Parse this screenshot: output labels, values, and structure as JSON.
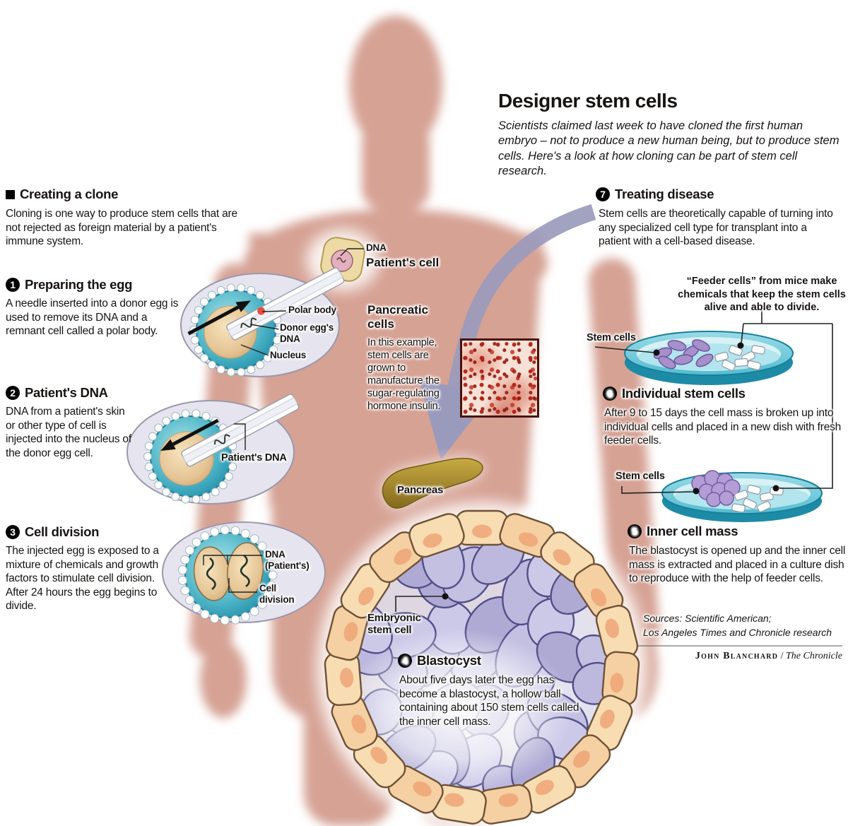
{
  "header": {
    "title": "Designer stem cells",
    "intro": "Scientists claimed last week to have cloned the first human embryo – not to produce a new human being, but to produce stem cells. Here's a look at how cloning can be part of stem cell research."
  },
  "creating_clone": {
    "title": "Creating a clone",
    "body": "Cloning is one way to produce stem cells that are not rejected as foreign material by a patient's immune system."
  },
  "steps": [
    {
      "num": "1",
      "title": "Preparing the egg",
      "body": "A needle inserted into a donor egg is used to remove its DNA and a remnant cell called a polar body."
    },
    {
      "num": "2",
      "title": "Patient's DNA",
      "body": "DNA from a patient's skin or other type of cell is injected into the nucleus of the donor egg cell."
    },
    {
      "num": "3",
      "title": "Cell division",
      "body": "The injected egg is exposed to a mixture of chemicals and growth factors to stimulate cell division. After 24 hours the egg begins to divide."
    },
    {
      "num": "4",
      "title": "Blastocyst",
      "body": "About five days later the egg has become a blastocyst, a hollow ball containing about 150 stem cells called the inner cell mass."
    },
    {
      "num": "5",
      "title": "Inner cell mass",
      "body": "The blastocyst is opened up and the inner cell mass is extracted and placed in a culture dish to reproduce with the help of feeder cells."
    },
    {
      "num": "6",
      "title": "Individual stem cells",
      "body": "After 9 to 15 days the cell mass is broken up into individual cells and placed in a new dish with fresh feeder cells."
    },
    {
      "num": "7",
      "title": "Treating disease",
      "body": "Stem cells are theoretically capable of turning into any specialized cell type for transplant into a patient with a cell-based disease."
    }
  ],
  "labels": {
    "dna": "DNA",
    "patients_cell": "Patient's cell",
    "polar_body": "Polar body",
    "donor_eggs_dna_1": "Donor egg's",
    "donor_eggs_dna_2": "DNA",
    "nucleus": "Nucleus",
    "patients_dna": "Patient's DNA",
    "dna_patients_1": "DNA",
    "dna_patients_2": "(Patient's)",
    "cell_division_1": "Cell",
    "cell_division_2": "division",
    "pancreatic_title": "Pancreatic cells",
    "pancreatic_body": "In this example, stem cells are grown to manufacture the sugar-regulating hormone insulin.",
    "pancreas": "Pancreas",
    "stem_cells_dish1": "Stem cells",
    "stem_cells_dish2": "Stem cells",
    "feeder_note": "“Feeder cells” from mice make chemicals that keep the stem cells alive and able to divide.",
    "embryonic_stem_cell": "Embryonic stem cell"
  },
  "footer": {
    "sources_1": "Sources: Scientific American;",
    "sources_2": "Los Angeles Times and Chronicle research",
    "credit_name": "John Blanchard",
    "credit_sep": " / ",
    "credit_pub": "The Chronicle"
  },
  "colors": {
    "silhouette": "#d6a294",
    "arrow": "#9a9abc",
    "dish_teal": "#1b87a3",
    "egg_teal": "#3fb0c4",
    "stem_cell_purple": "#ab97cc",
    "trophoblast_tan": "#f6d7ab",
    "pancreas_olive": "#ad8f2c"
  }
}
